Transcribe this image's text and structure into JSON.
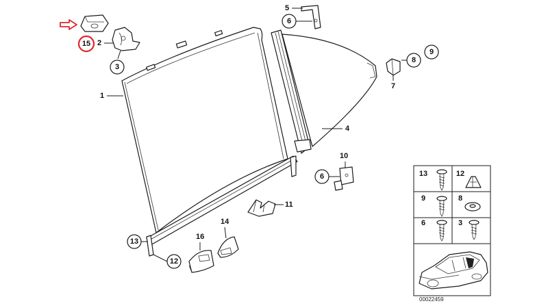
{
  "highlight_color": "#e0262b",
  "parts": {
    "p1": "1",
    "p2": "2",
    "p3": "3",
    "p4": "4",
    "p5": "5",
    "p6a": "6",
    "p6b": "6",
    "p7": "7",
    "p8": "8",
    "p9": "9",
    "p10": "10",
    "p11": "11",
    "p12": "12",
    "p13": "13",
    "p14": "14",
    "p15": "15",
    "p16": "16"
  },
  "hardware_grid": {
    "cells": [
      "13",
      "12",
      "9",
      "8",
      "6",
      "3"
    ]
  },
  "diagram_id": "00022459",
  "icons": [
    "arrow-right-icon",
    "car-icon",
    "screw-icon",
    "washer-icon",
    "clip-icon"
  ]
}
